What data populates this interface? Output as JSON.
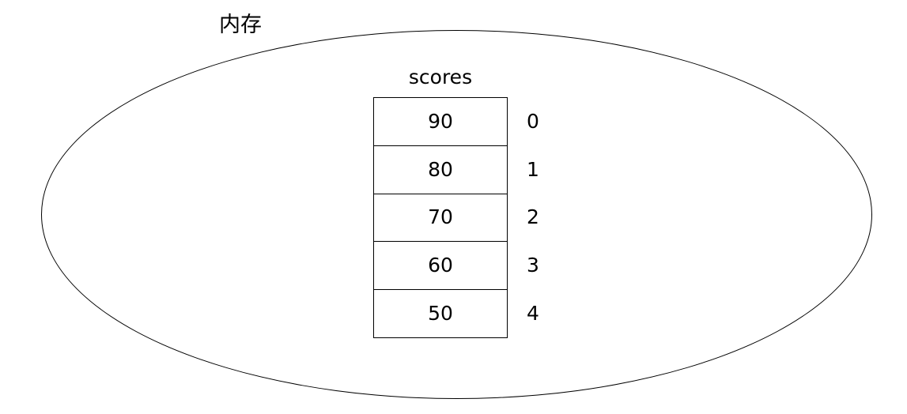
{
  "diagram": {
    "type": "memory-array-diagram",
    "background_color": "#ffffff",
    "stroke_color": "#000000",
    "memory_region": {
      "label": "内存",
      "shape": "ellipse"
    },
    "array": {
      "name": "scores",
      "length": 5,
      "cells": [
        {
          "value": "90",
          "index": "0"
        },
        {
          "value": "80",
          "index": "1"
        },
        {
          "value": "70",
          "index": "2"
        },
        {
          "value": "60",
          "index": "3"
        },
        {
          "value": "50",
          "index": "4"
        }
      ]
    }
  }
}
